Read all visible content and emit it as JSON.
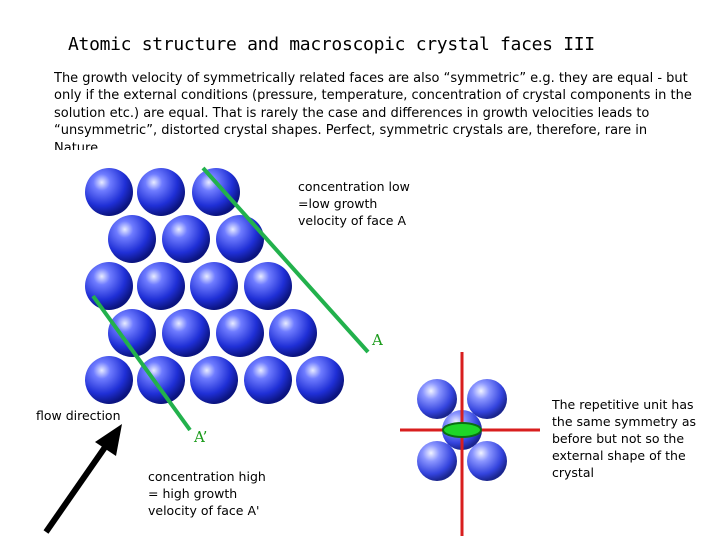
{
  "title": "Atomic structure and macroscopic crystal faces III",
  "intro": "The growth velocity of symmetrically related faces are also “symmetric” e.g. they are equal - but only if the external conditions (pressure, temperature, concentration of crystal components in the solution etc.) are equal. That is rarely the case and differences in growth velocities leads to “unsymmetric”, distorted crystal shapes. Perfect, symmetric crystals are, therefore, rare in Nature.",
  "notes": {
    "low": "concentration low =low growth velocity of face A",
    "high": "concentration high = high growth velocity of face A'",
    "flow": "flow direction",
    "unit": "The repetitive unit has the same symmetry as before but not so the external shape of the crystal"
  },
  "faces": {
    "a": "A",
    "a_prime": "A’"
  },
  "colors": {
    "atom": "#1f2fd6",
    "face_line": "#22b14c",
    "axis_line": "#d81e1e",
    "arrow": "#000000"
  }
}
